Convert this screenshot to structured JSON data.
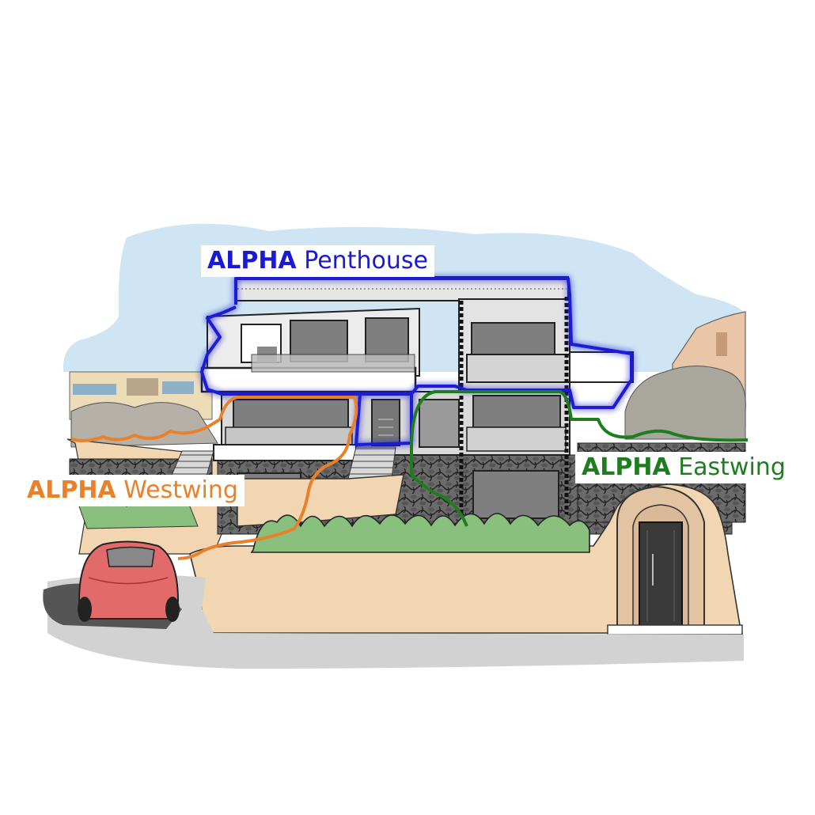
{
  "labels": {
    "penthouse": {
      "brand": "ALPHA",
      "name": "Penthouse",
      "color": "#1a1ad6"
    },
    "westwing": {
      "brand": "ALPHA",
      "name": "Westwing",
      "color": "#e8812a"
    },
    "eastwing": {
      "brand": "ALPHA",
      "name": "Eastwing",
      "color": "#1e7d1e"
    }
  },
  "colors": {
    "sky": "#cfe5f4",
    "ground": "#f2d6b2",
    "road": "#d2d2d2",
    "building": "#d9d9d9",
    "window": "#7f7f7f",
    "car": "#e36a6a"
  }
}
